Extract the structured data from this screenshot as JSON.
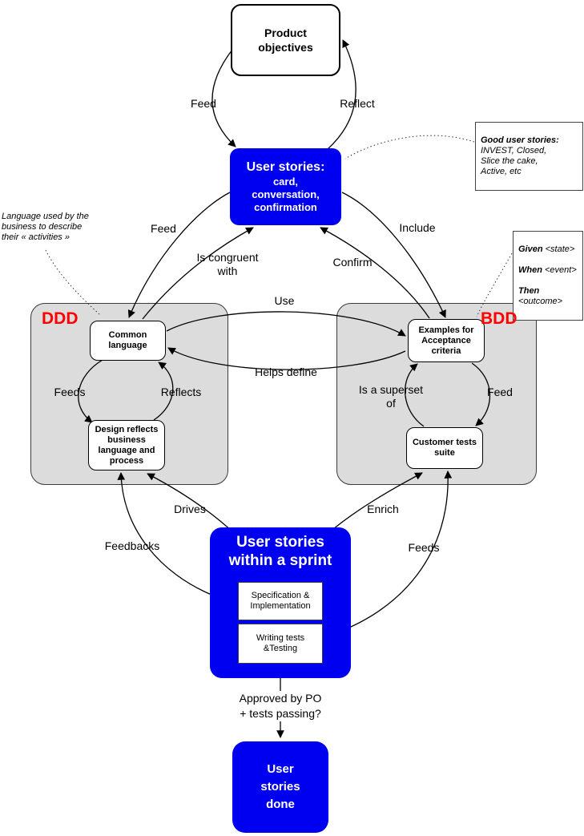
{
  "colors": {
    "node_blue": "#0000f0",
    "group_gray": "#dcdcdc",
    "accent_red": "#ff0000",
    "arrow_black": "#000000"
  },
  "nodes": {
    "product_objectives": {
      "label": "Product\nobjectives"
    },
    "user_stories": {
      "title": "User stories:",
      "subtitle": "card,\nconversation,\nconfirmation"
    },
    "common_language": {
      "label": "Common\nlanguage"
    },
    "design_reflects": {
      "label": "Design reflects\nbusiness\nlanguage and\nprocess"
    },
    "examples_acceptance": {
      "label": "Examples for\nAcceptance\ncriteria"
    },
    "customer_tests": {
      "label": "Customer tests\nsuite"
    },
    "sprint": {
      "title": "User stories\nwithin a sprint",
      "spec_impl": "Specification &\nImplementation",
      "writing_tests": "Writing tests\n&Testing"
    },
    "user_stories_done": {
      "label": "User\nstories\ndone"
    }
  },
  "groups": {
    "ddd": {
      "label": "DDD"
    },
    "bdd": {
      "label": "BDD"
    }
  },
  "edges": {
    "feed_top": "Feed",
    "reflect": "Reflect",
    "feed_left": "Feed",
    "is_congruent_with": "Is congruent\nwith",
    "include": "Include",
    "confirm": "Confirm",
    "use": "Use",
    "helps_define": "Helps define",
    "feeds_ddd": "Feeds",
    "reflects_ddd": "Reflects",
    "is_a_superset_of": "Is a superset\nof",
    "feed_bdd": "Feed",
    "drives": "Drives",
    "enrich": "Enrich",
    "feedbacks": "Feedbacks",
    "feeds_bottom": "Feeds",
    "approved": "Approved by PO\n+ tests passing?"
  },
  "annotations": {
    "good_user_stories": {
      "title": "Good user stories:",
      "body": "INVEST, Closed,\nSlice the cake,\nActive, etc"
    },
    "language_used": "Language used by the\nbusiness to describe\ntheir « activities »",
    "gwt": [
      {
        "kw": "Given",
        "rest": " <state>"
      },
      {
        "kw": "When",
        "rest": " <event>"
      },
      {
        "kw": "Then",
        "rest": " <outcome>"
      }
    ]
  }
}
